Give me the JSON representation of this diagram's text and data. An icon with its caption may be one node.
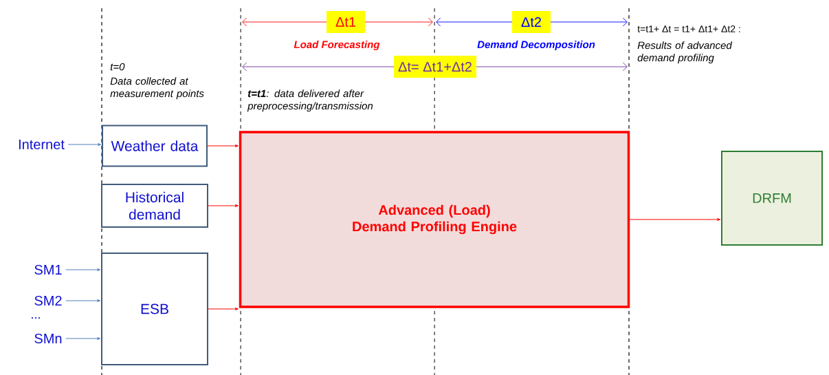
{
  "diagram": {
    "nodes": [
      {
        "text": [
          "Internet"
        ]
      },
      {
        "text": [
          "Weather data"
        ]
      },
      {
        "text": [
          "Historical demand"
        ]
      },
      {
        "text": [
          "SM1"
        ]
      },
      {
        "text": [
          "SM2"
        ]
      },
      {
        "text": [
          "SMn"
        ]
      },
      {
        "text": [
          "ESB"
        ]
      },
      {
        "text": [
          "Advanced (Load) Demand Profiling Engine"
        ]
      },
      {
        "text": [
          "DRFM"
        ]
      }
    ],
    "edges": [
      {
        "from": 0,
        "to": 1,
        "arrow": "to",
        "color": "#4f81bd"
      },
      {
        "from": 3,
        "to": 6,
        "arrow": "to",
        "color": "#4f81bd"
      },
      {
        "from": 4,
        "to": 6,
        "arrow": "to",
        "color": "#4f81bd"
      },
      {
        "from": 5,
        "to": 6,
        "arrow": "to",
        "color": "#4f81bd"
      },
      {
        "from": 1,
        "to": 7,
        "arrow": "to",
        "color": "#ff0000"
      },
      {
        "from": 2,
        "to": 7,
        "arrow": "to",
        "color": "#ff0000"
      },
      {
        "from": 6,
        "to": 7,
        "arrow": "to",
        "color": "#ff0000"
      },
      {
        "from": 7,
        "to": 8,
        "arrow": "to",
        "color": "#ff0000"
      }
    ],
    "labels": [
      "Δt1",
      "Δt2",
      "Load Forecasting",
      "Demand Decomposition",
      "t=t1+ Δt = t1+ Δt1+ Δt2 :",
      "Results of advanced demand profiling",
      "t=0",
      "Δt= Δt1+Δt2",
      "Data collected at measurement points",
      "**t=t1**: data delivered after preprocessing/transmission",
      "..."
    ]
  }
}
